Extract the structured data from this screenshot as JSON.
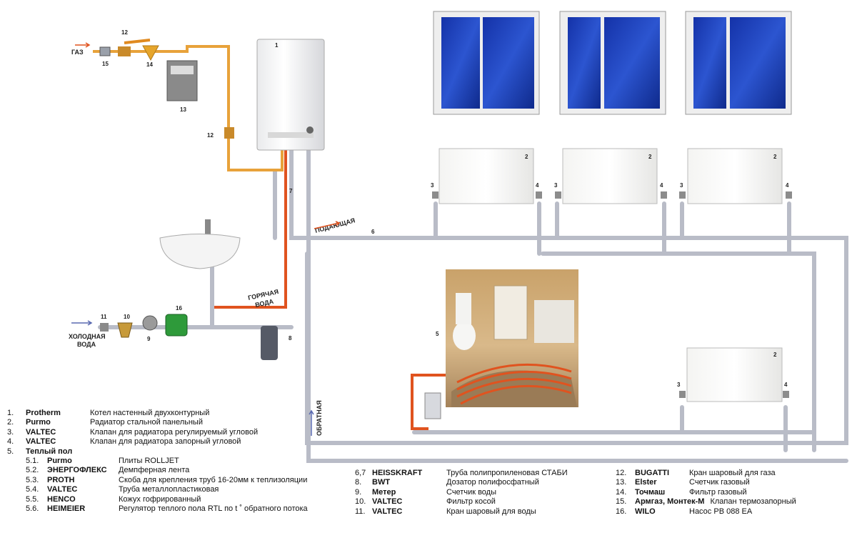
{
  "labels": {
    "gas": "ГАЗ",
    "cold_water": [
      "ХОЛОДНАЯ",
      "ВОДА"
    ],
    "hot_water": [
      "ГОРЯЧАЯ",
      "ВОДА"
    ],
    "supply": "ПОДАЮЩАЯ",
    "return": "ОБРАТНАЯ"
  },
  "numbers": {
    "boiler": "1",
    "radiator": "2",
    "valve3": "3",
    "valve4": "4",
    "floor": "5",
    "pipe6": "6",
    "pipe7": "7",
    "dosing": "8",
    "meter": "9",
    "filter": "10",
    "ballvalve": "11",
    "gasvalve": "12",
    "gasmeter": "13",
    "gasfilter": "14",
    "gasshut": "15",
    "pump": "16"
  },
  "legend_left": [
    {
      "n": "1.",
      "brand": "Protherm",
      "desc": "Котел настенный двухконтурный"
    },
    {
      "n": "2.",
      "brand": "Purmo",
      "desc": "Радиатор стальной панельный"
    },
    {
      "n": "3.",
      "brand": "VALTEC",
      "desc": "Клапан для радиатора регулируемый угловой"
    },
    {
      "n": "4.",
      "brand": "VALTEC",
      "desc": "Клапан для радиатора запорный угловой"
    },
    {
      "n": "5.",
      "brand": "Теплый пол",
      "desc": ""
    }
  ],
  "legend_sub": [
    {
      "n": "5.1.",
      "brand": "Purmo",
      "desc": "Плиты ROLLJET"
    },
    {
      "n": "5.2.",
      "brand": "ЭНЕРГОФЛЕКС",
      "desc": "Демпферная лента"
    },
    {
      "n": "5.3.",
      "brand": "PROTH",
      "desc": "Скоба для крепления труб 16-20мм к теплизоляции"
    },
    {
      "n": "5.4.",
      "brand": "VALTEC",
      "desc": "Труба металлопластиковая"
    },
    {
      "n": "5.5.",
      "brand": "HENCO",
      "desc": "Кожух гофрированный"
    },
    {
      "n": "5.6.",
      "brand": "HEIMEIER",
      "desc": "Регулятор теплого пола RTL по t ˚ обратного потока"
    }
  ],
  "legend_mid": [
    {
      "n": "6,7",
      "brand": "HEISSKRAFT",
      "desc": "Труба полипропиленовая СТАБИ"
    },
    {
      "n": "8.",
      "brand": "BWT",
      "desc": "Дозатор полифосфатный"
    },
    {
      "n": "9.",
      "brand": "Метер",
      "desc": "Счетчик воды"
    },
    {
      "n": "10.",
      "brand": "VALTEC",
      "desc": "Фильтр косой"
    },
    {
      "n": "11.",
      "brand": "VALTEC",
      "desc": "Кран шаровый для воды"
    }
  ],
  "legend_right": [
    {
      "n": "12.",
      "brand": "BUGATTI",
      "desc": "Кран шаровый для газа"
    },
    {
      "n": "13.",
      "brand": "Elster",
      "desc": "Счетчик газовый"
    },
    {
      "n": "14.",
      "brand": "Точмаш",
      "desc": "Фильтр газовый"
    },
    {
      "n": "15.",
      "brand": "Армгаз, Монтек-М",
      "desc": "Клапан термозапорный"
    },
    {
      "n": "16.",
      "brand": "WILO",
      "desc": "Насос PB 088 EA"
    }
  ],
  "colors": {
    "gas_pipe": "#e8a23a",
    "hot_pipe": "#e0531f",
    "pipe_gray": "#b9bcc7",
    "cold_pipe": "#8d96b8",
    "window_glass": "#1f3fb0",
    "pump_green": "#2e9a3a"
  }
}
